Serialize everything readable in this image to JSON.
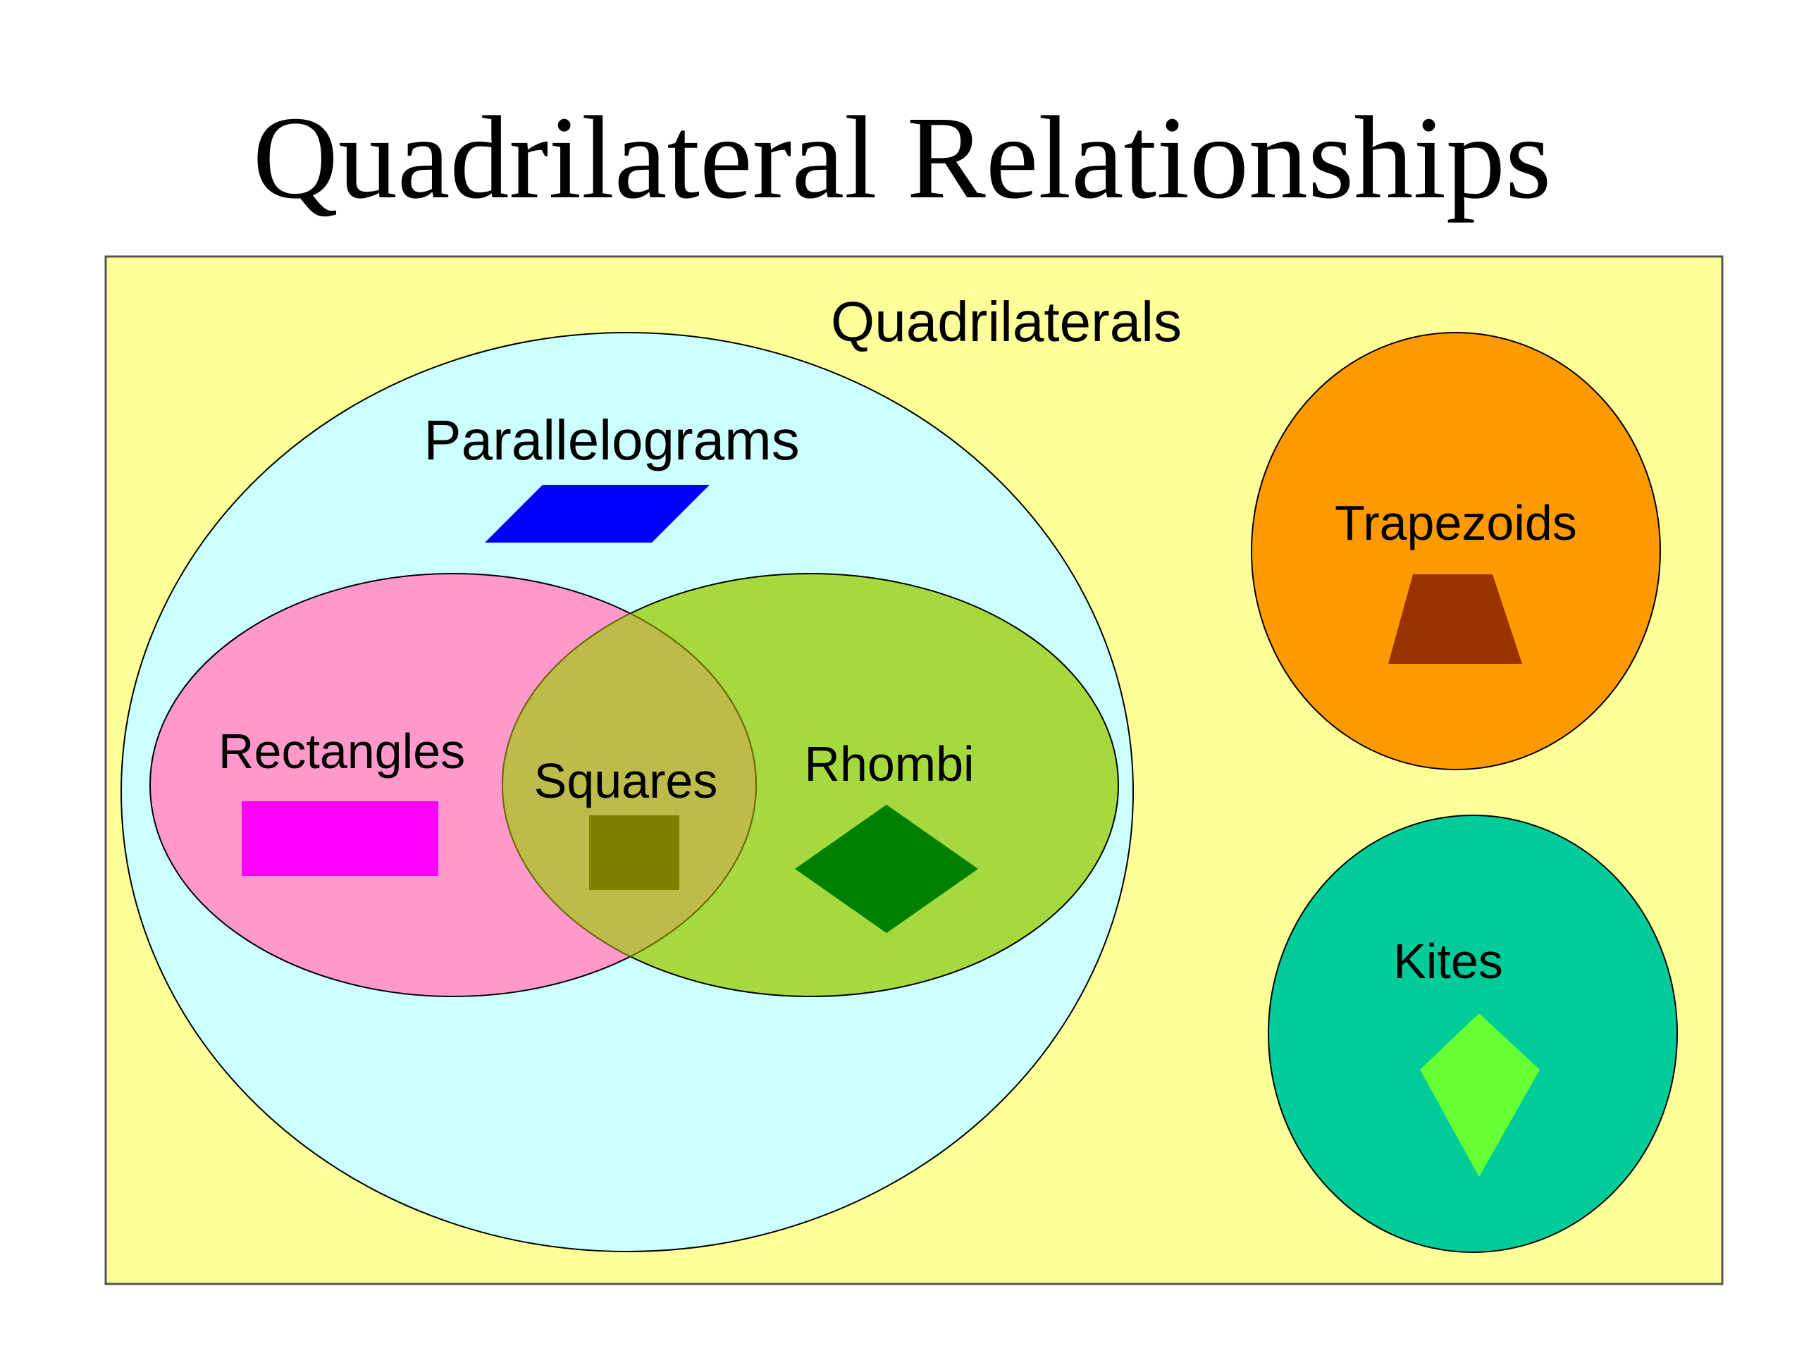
{
  "title": "Quadrilateral Relationships",
  "diagram": {
    "outer_label": "Quadrilaterals",
    "sets": [
      {
        "id": "parallelograms",
        "label": "Parallelograms",
        "fill": "#ccffff",
        "shape_fill": "#0000ff"
      },
      {
        "id": "rectangles",
        "label": "Rectangles",
        "fill": "#ff99cc",
        "shape_fill": "#ff00ff"
      },
      {
        "id": "rhombi",
        "label": "Rhombi",
        "fill": "#99cc00",
        "shape_fill": "#008000"
      },
      {
        "id": "squares",
        "label": "Squares",
        "fill": "#bdbb4a",
        "shape_fill": "#808000"
      },
      {
        "id": "trapezoids",
        "label": "Trapezoids",
        "fill": "#ff9900",
        "shape_fill": "#993300"
      },
      {
        "id": "kites",
        "label": "Kites",
        "fill": "#00cc99",
        "shape_fill": "#66ff33"
      }
    ],
    "background_fill": "#ffff99"
  }
}
